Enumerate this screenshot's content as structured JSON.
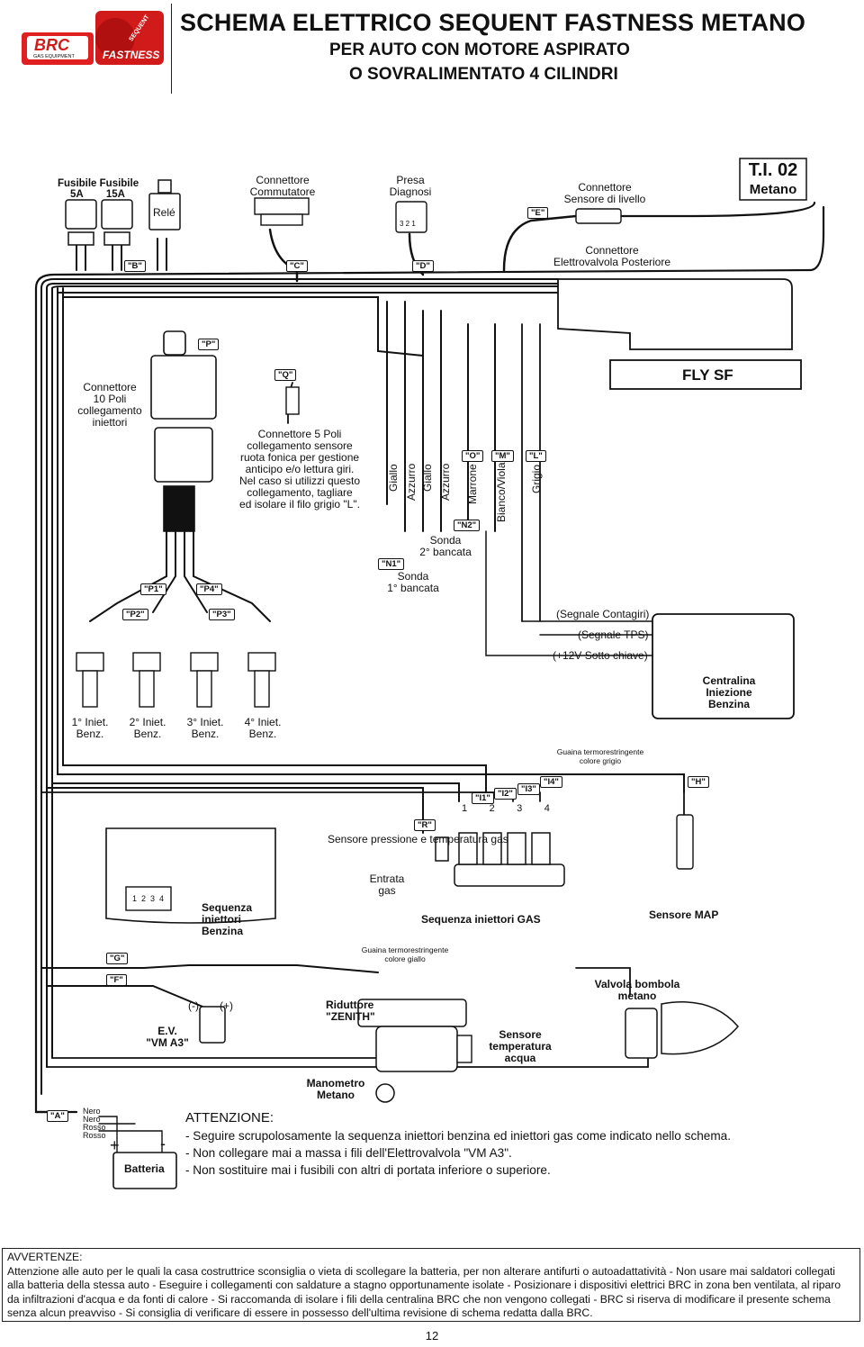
{
  "header": {
    "title_line1": "SCHEMA ELETTRICO SEQUENT FASTNESS METANO",
    "title_line2": "PER AUTO CON MOTORE ASPIRATO",
    "title_line3": "O SOVRALIMENTATO 4 CILINDRI",
    "logo_brand": "BRC",
    "logo_sub": "GAS EQUIPMENT",
    "logo_product": "FASTNESS",
    "logo_product_prefix": "SEQUENT"
  },
  "ti_badge": {
    "line1": "T.I. 02",
    "line2": "Metano"
  },
  "labels": {
    "fusibili": "Fusibile Fusibile",
    "fusibili_values": "5A        15A",
    "rele": "Relé",
    "conn_commutatore": "Connettore\nCommutatore",
    "presa_diagnosi": "Presa\nDiagnosi",
    "diag_pins": "3 2 1",
    "conn_sensore_livello": "Connettore\nSensore di livello",
    "conn_elettrovalvola": "Connettore\nElettrovalvola Posteriore",
    "conn_10_poli": "Connettore\n10 Poli\ncollegamento\niniettori",
    "conn_5_poli": "Connettore 5 Poli\ncollegamento sensore\nruota fonica per gestione\nanticipo e/o lettura giri.\nNel caso si utilizzi questo\ncollegamento, tagliare\ned isolare il filo grigio \"L\".",
    "fly_sf": "FLY SF",
    "sonda2": "Sonda\n2° bancata",
    "sonda1": "Sonda\n1° bancata",
    "segnale_contagiri": "(Segnale Contagiri)",
    "segnale_tps": "(Segnale TPS)",
    "sotto_chiave": "(+12V Sotto chiave)",
    "centralina": "Centralina\nIniezione\nBenzina",
    "iniet1": "1° Iniet.\nBenz.",
    "iniet2": "2° Iniet.\nBenz.",
    "iniet3": "3° Iniet.\nBenz.",
    "iniet4": "4° Iniet.\nBenz.",
    "guaina_grigio": "Guaina termorestringente\ncolore grigio",
    "sensore_pressione": "Sensore pressione\ne temperatura gas",
    "entrata_gas": "Entrata\ngas",
    "sequenza_benzina": "Sequenza\niniettori\nBenzina",
    "sequenza_gas": "Sequenza iniettori GAS",
    "sensore_map": "Sensore MAP",
    "rail_numbers": "1  2  3  4",
    "rail_numbers_gas": "1        2        3        4",
    "guaina_giallo": "Guaina termorestringente\ncolore giallo",
    "riduttore": "Riduttore\n\"ZENITH\"",
    "valvola_bombola": "Valvola bombola\nmetano",
    "ev_vm": "E.V.\n\"VM A3\"",
    "ev_minus": "(-)",
    "ev_plus": "(+)",
    "sensore_acqua": "Sensore\ntemperatura\nacqua",
    "manometro": "Manometro\nMetano",
    "batteria": "Batteria",
    "batt_plus": "+",
    "batt_minus": "-",
    "wire_nero1": "Nero",
    "wire_nero2": "Nero",
    "wire_rosso1": "Rosso",
    "wire_rosso2": "Rosso"
  },
  "wire_colors": {
    "giallo1": "Giallo",
    "azzurro1": "Azzurro",
    "giallo2": "Giallo",
    "azzurro2": "Azzurro",
    "marrone": "Marrone",
    "bianco_viola": "Bianco/Viola",
    "grigio": "Grigio"
  },
  "connector_tags": {
    "B": "\"B\"",
    "C": "\"C\"",
    "D": "\"D\"",
    "E": "\"E\"",
    "P": "\"P\"",
    "Q": "\"Q\"",
    "O": "\"O\"",
    "M": "\"M\"",
    "L": "\"L\"",
    "N2": "\"N2\"",
    "N1": "\"N1\"",
    "P1": "\"P1\"",
    "P4": "\"P4\"",
    "P2": "\"P2\"",
    "P3": "\"P3\"",
    "I1": "\"I1\"",
    "I2": "\"I2\"",
    "I3": "\"I3\"",
    "I4": "\"I4\"",
    "H": "\"H\"",
    "R": "\"R\"",
    "G": "\"G\"",
    "F": "\"F\"",
    "A": "\"A\""
  },
  "attenzione": {
    "title": "ATTENZIONE:",
    "line1": "- Seguire scrupolosamente la sequenza iniettori benzina ed iniettori gas come indicato nello schema.",
    "line2": "- Non collegare mai a massa i fili dell'Elettrovalvola \"VM A3\".",
    "line3": "- Non sostituire mai i fusibili con altri di portata inferiore o superiore."
  },
  "avvertenze": {
    "title": "AVVERTENZE:",
    "text": "Attenzione alle auto per le quali la casa costruttrice sconsiglia o vieta di scollegare la batteria, per non alterare antifurti o autoadattatività - Non usare mai saldatori collegati alla batteria della stessa auto - Eseguire i collegamenti con saldature a stagno opportunamente isolate - Posizionare i dispositivi elettrici BRC in zona ben ventilata, al riparo da infiltrazioni d'acqua e da fonti di calore - Si raccomanda di isolare i fili della centralina BRC che non vengono collegati - BRC si riserva di modificare il presente schema senza alcun preavviso - Si consiglia di verificare di essere in possesso dell'ultima revisione di schema redatta dalla BRC."
  },
  "page_number": "12"
}
